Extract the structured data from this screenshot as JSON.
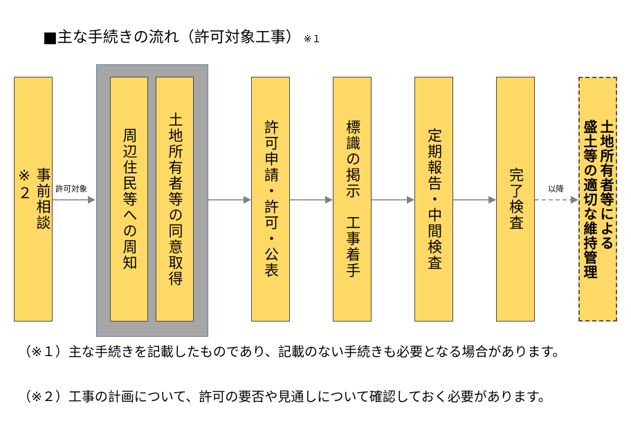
{
  "title": {
    "text": "■主な手続きの流れ（許可対象工事）",
    "note": "※１"
  },
  "colors": {
    "box_fill": "#FFD966",
    "group_fill": "#A6A6A6",
    "arrow": "#808080"
  },
  "steps": [
    {
      "label": "事前相談\n※２"
    },
    {
      "label": "周辺住民等への周知"
    },
    {
      "label": "土地所有者等の同意取得"
    },
    {
      "label": "許可申請・許可・公表"
    },
    {
      "label": "標識の掲示　工事着手"
    },
    {
      "label": "定期報告・中間検査"
    },
    {
      "label": "完了検査"
    },
    {
      "label": "土地所有者等による\n盛土等の適切な維持管理"
    }
  ],
  "arrow_labels": {
    "permit_target": "許可対象",
    "after": "以降"
  },
  "notes": [
    "（※１）主な手続きを記載したものであり、記載のない手続きも必要となる場合があります。",
    "（※２）工事の計画について、許可の要否や見通しについて確認しておく必要があります。"
  ]
}
